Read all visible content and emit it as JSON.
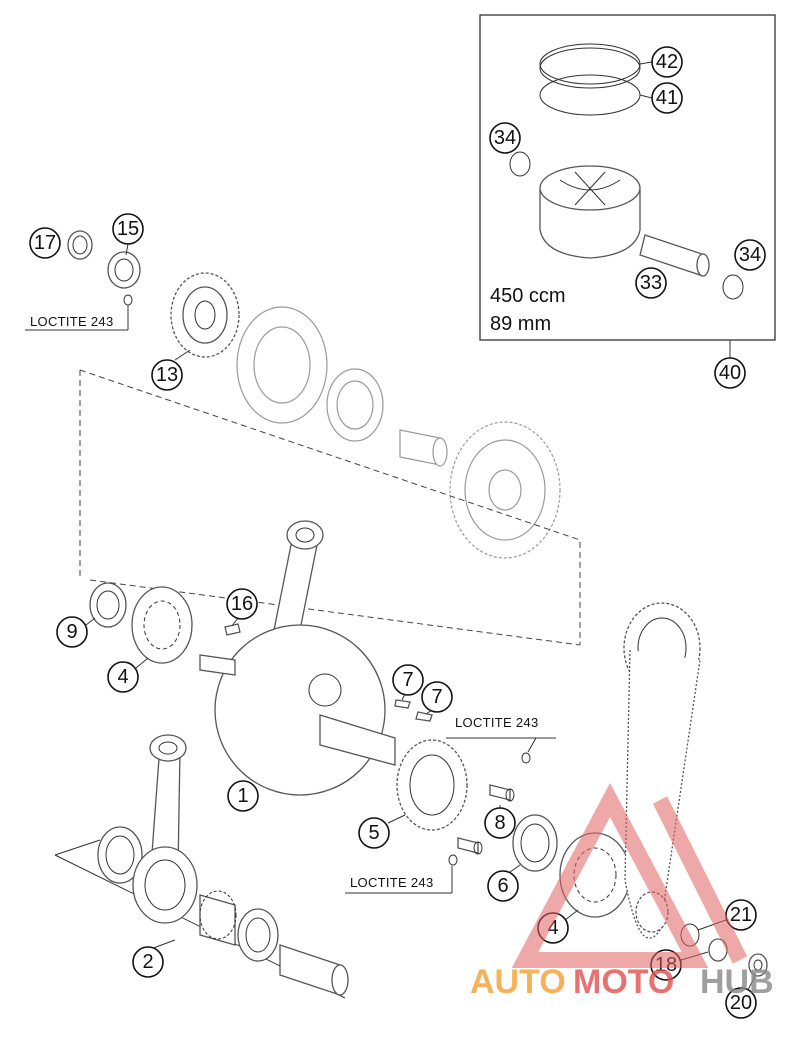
{
  "callouts": [
    {
      "id": "c42",
      "label": "42"
    },
    {
      "id": "c41",
      "label": "41"
    },
    {
      "id": "c34a",
      "label": "34"
    },
    {
      "id": "c34b",
      "label": "34"
    },
    {
      "id": "c33",
      "label": "33"
    },
    {
      "id": "c40",
      "label": "40"
    },
    {
      "id": "c17",
      "label": "17"
    },
    {
      "id": "c15",
      "label": "15"
    },
    {
      "id": "c13",
      "label": "13"
    },
    {
      "id": "c16",
      "label": "16"
    },
    {
      "id": "c9",
      "label": "9"
    },
    {
      "id": "c4a",
      "label": "4"
    },
    {
      "id": "c7a",
      "label": "7"
    },
    {
      "id": "c7b",
      "label": "7"
    },
    {
      "id": "c1",
      "label": "1"
    },
    {
      "id": "c5",
      "label": "5"
    },
    {
      "id": "c8",
      "label": "8"
    },
    {
      "id": "c6",
      "label": "6"
    },
    {
      "id": "c4b",
      "label": "4"
    },
    {
      "id": "c2",
      "label": "2"
    },
    {
      "id": "c21",
      "label": "21"
    },
    {
      "id": "c18",
      "label": "18"
    },
    {
      "id": "c20",
      "label": "20"
    }
  ],
  "notes": {
    "loctite_left": "LOCTITE 243",
    "loctite_right_top": "LOCTITE 243",
    "loctite_right_bottom": "LOCTITE 243"
  },
  "piston_kit": {
    "displacement": "450 ccm",
    "bore": "89 mm"
  },
  "watermark": {
    "part1": "AUTO",
    "part2": "MOTO",
    "part3": "HUB",
    "colors": {
      "auto": "#f5a030",
      "moto": "#e05050",
      "hub": "#888888"
    }
  }
}
